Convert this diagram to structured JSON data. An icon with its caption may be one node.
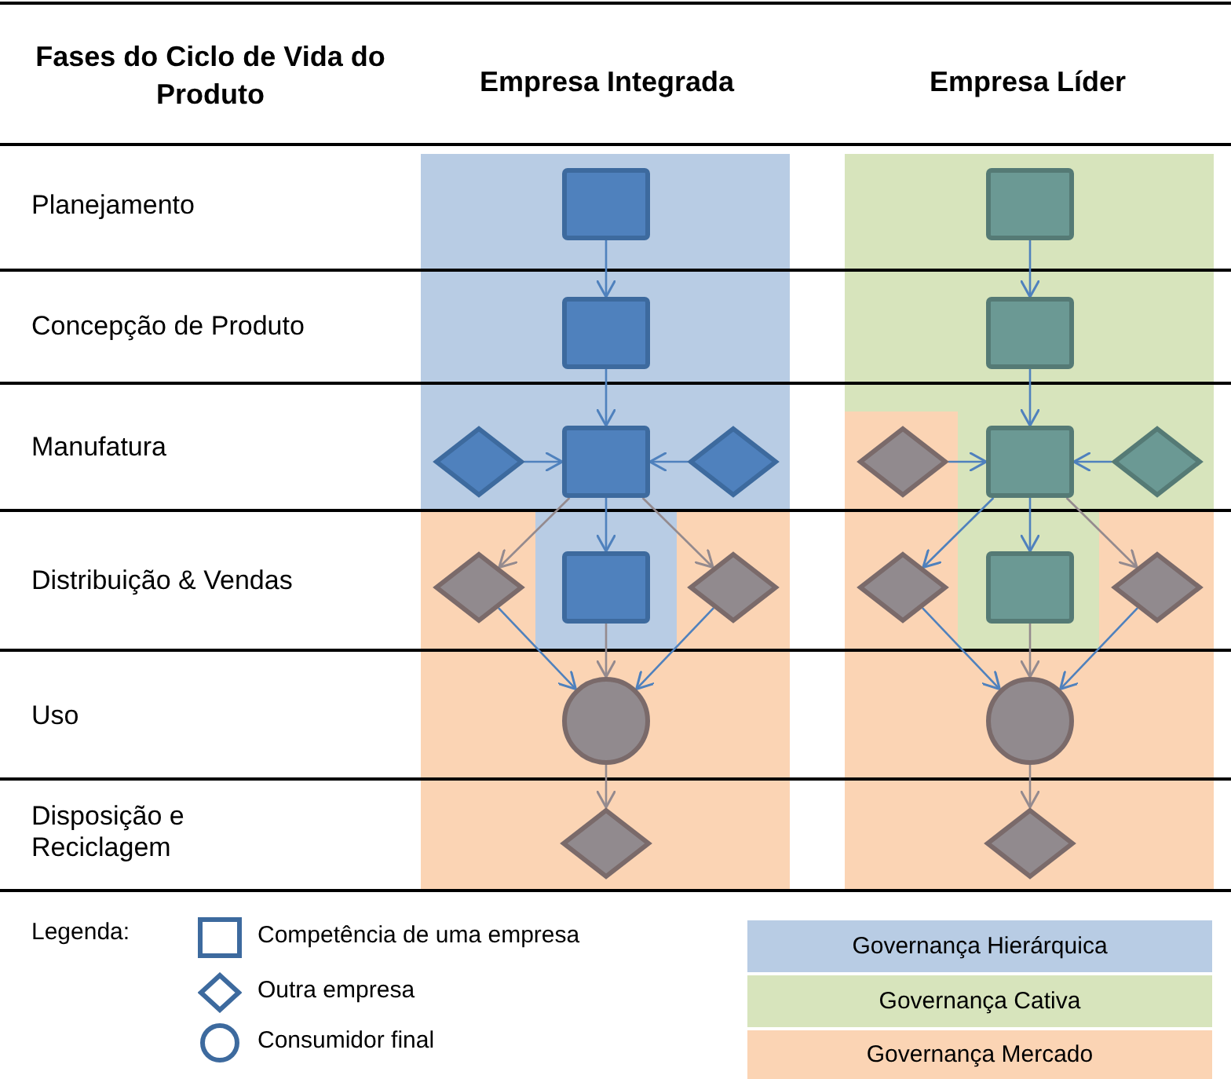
{
  "diagram": {
    "nodes": [
      {
        "text": [],
        "shape": "box"
      },
      {
        "text": [],
        "shape": "box"
      },
      {
        "text": [],
        "shape": "diamond"
      },
      {
        "text": [],
        "shape": "box"
      },
      {
        "text": [],
        "shape": "diamond"
      },
      {
        "text": [],
        "shape": "diamond"
      },
      {
        "text": [],
        "shape": "box"
      },
      {
        "text": [],
        "shape": "diamond"
      },
      {
        "text": [],
        "shape": "circle"
      },
      {
        "text": [],
        "shape": "diamond"
      },
      {
        "text": [],
        "shape": "box"
      },
      {
        "text": [],
        "shape": "box"
      },
      {
        "text": [],
        "shape": "diamond"
      },
      {
        "text": [],
        "shape": "box"
      },
      {
        "text": [],
        "shape": "diamond"
      },
      {
        "text": [],
        "shape": "diamond"
      },
      {
        "text": [],
        "shape": "box"
      },
      {
        "text": [],
        "shape": "diamond"
      },
      {
        "text": [],
        "shape": "circle"
      },
      {
        "text": [],
        "shape": "diamond"
      }
    ],
    "edges": [
      {
        "from": 0,
        "to": 1,
        "arrow": "to"
      },
      {
        "from": 1,
        "to": 3,
        "arrow": "to"
      },
      {
        "from": 2,
        "to": 3,
        "arrow": "to"
      },
      {
        "from": 4,
        "to": 3,
        "arrow": "to"
      },
      {
        "from": 3,
        "to": 5,
        "arrow": "to",
        "color": "#948a8e"
      },
      {
        "from": 3,
        "to": 6,
        "arrow": "to"
      },
      {
        "from": 3,
        "to": 7,
        "arrow": "to",
        "color": "#948a8e"
      },
      {
        "from": 5,
        "to": 8,
        "arrow": "to"
      },
      {
        "from": 6,
        "to": 8,
        "arrow": "to",
        "color": "#948a8e"
      },
      {
        "from": 7,
        "to": 8,
        "arrow": "to"
      },
      {
        "from": 8,
        "to": 9,
        "arrow": "to",
        "color": "#948a8e"
      },
      {
        "from": 10,
        "to": 11,
        "arrow": "to"
      },
      {
        "from": 11,
        "to": 13,
        "arrow": "to"
      },
      {
        "from": 12,
        "to": 13,
        "arrow": "to"
      },
      {
        "from": 14,
        "to": 13,
        "arrow": "to"
      },
      {
        "from": 13,
        "to": 15,
        "arrow": "to"
      },
      {
        "from": 13,
        "to": 16,
        "arrow": "to"
      },
      {
        "from": 13,
        "to": 17,
        "arrow": "to",
        "color": "#948a8e"
      },
      {
        "from": 15,
        "to": 18,
        "arrow": "to"
      },
      {
        "from": 16,
        "to": 18,
        "arrow": "to",
        "color": "#948a8e"
      },
      {
        "from": 17,
        "to": 18,
        "arrow": "to"
      },
      {
        "from": 18,
        "to": 19,
        "arrow": "to",
        "color": "#948a8e"
      }
    ],
    "labels": [
      "Fases do Ciclo de Vida do Produto",
      "Empresa Integrada",
      "Empresa Líder",
      "Planejamento",
      "Concepção de Produto",
      "Manufatura",
      "Distribuição & Vendas",
      "Uso",
      "Disposição e Reciclagem",
      "Legenda:"
    ],
    "legend": [
      {
        "text": "Competência de uma empresa"
      },
      {
        "text": "Outra empresa"
      },
      {
        "text": "Consumidor final"
      },
      {
        "text": "Governança Hierárquica",
        "color": "#b8cce4"
      },
      {
        "text": "Governança Cativa",
        "color": "#d7e4bc"
      },
      {
        "text": "Governança Mercado",
        "color": "#fbd4b4"
      }
    ]
  }
}
